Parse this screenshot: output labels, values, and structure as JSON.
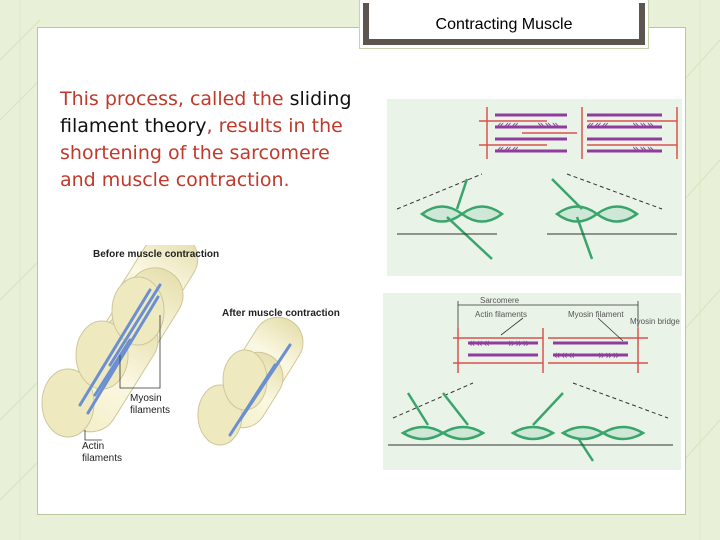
{
  "slide": {
    "title": "Contracting Muscle",
    "body_prefix": "This process, called the ",
    "body_term": "sliding filament theory",
    "body_suffix": ", results in the shortening of the sarcomere and muscle contraction."
  },
  "figure_left": {
    "before_label": "Before muscle contraction",
    "after_label": "After muscle contraction",
    "myosin_label_1": "Myosin",
    "myosin_label_2": "filaments",
    "actin_label_1": "Actin",
    "actin_label_2": "filaments"
  },
  "figure_right": {
    "sarcomere_label": "Sarcomere",
    "actin_label": "Actin filaments",
    "myosin_filament_label": "Myosin filament",
    "myosin_bridge_label": "Myosin bridge"
  },
  "colors": {
    "background": "#e9f0d8",
    "body_text": "#c0392b",
    "myosin": "#8e3d9e",
    "actin": "#d9534f",
    "cross_bridge": "#3aa56b",
    "figure_bg": "#eaf3e8"
  }
}
